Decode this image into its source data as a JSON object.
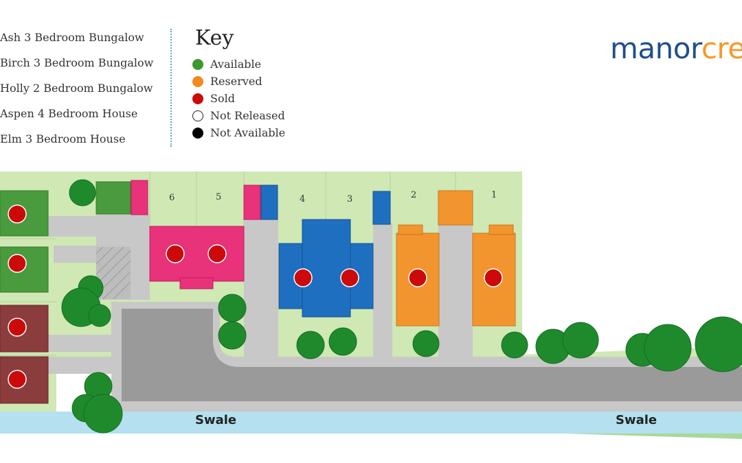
{
  "house_types": [
    "Ash 3 Bedroom Bungalow",
    "Birch 3 Bedroom Bungalow",
    "Holly 2 Bedroom Bungalow",
    "Aspen 4 Bedroom House",
    "Elm 3 Bedroom House"
  ],
  "key": {
    "title": "Key",
    "items": [
      {
        "label": "Available",
        "color": "#3a9a2c"
      },
      {
        "label": "Reserved",
        "color": "#f28a1e"
      },
      {
        "label": "Sold",
        "color": "#cc0a0a"
      },
      {
        "label": "Not Released",
        "color": "#ffffff"
      },
      {
        "label": "Not Available",
        "color": "#000000"
      }
    ]
  },
  "logo": {
    "part1": "manor",
    "part2": "cre"
  },
  "map": {
    "plot_numbers": [
      "6",
      "5",
      "4",
      "3",
      "2",
      "1"
    ],
    "swale_labels": [
      "Swale",
      "Swale"
    ],
    "colors": {
      "ash": "#4a9a3e",
      "holly": "#8b3c3c",
      "aspen": "#e8327a",
      "birch": "#1f6fc1",
      "elm": "#f2952f",
      "grass": "#cfe8b4",
      "road": "#999999",
      "pavement": "#cccccc",
      "swale": "#b4e0ef",
      "sold_marker": "#cc0a0a",
      "tree": "#1f8a2c"
    }
  }
}
